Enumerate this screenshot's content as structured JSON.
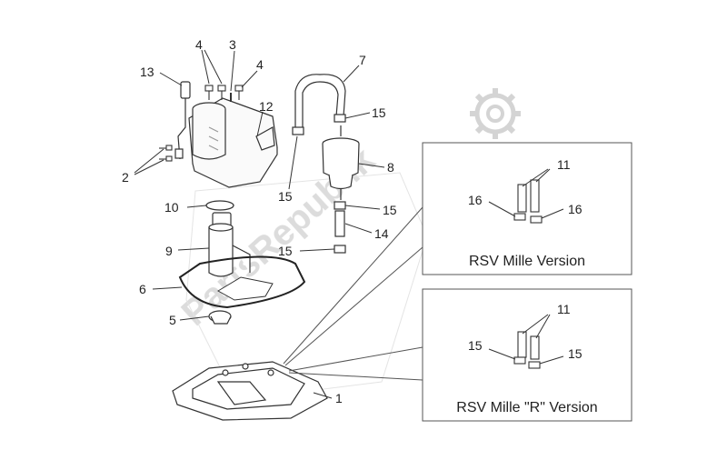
{
  "watermark": "PartsRepublik",
  "callouts": {
    "c1": "1",
    "c2": "2",
    "c3": "3",
    "c4a": "4",
    "c4b": "4",
    "c5": "5",
    "c6": "6",
    "c7": "7",
    "c8": "8",
    "c9": "9",
    "c10": "10",
    "c11a": "11",
    "c11b": "11",
    "c12": "12",
    "c13": "13",
    "c14": "14",
    "c15a": "15",
    "c15b": "15",
    "c15c": "15",
    "c15d": "15",
    "c15e": "15",
    "c15f": "15",
    "c16a": "16",
    "c16b": "16"
  },
  "boxes": {
    "rsv_mille": "RSV Mille Version",
    "rsv_mille_r": "RSV Mille \"R\" Version"
  }
}
